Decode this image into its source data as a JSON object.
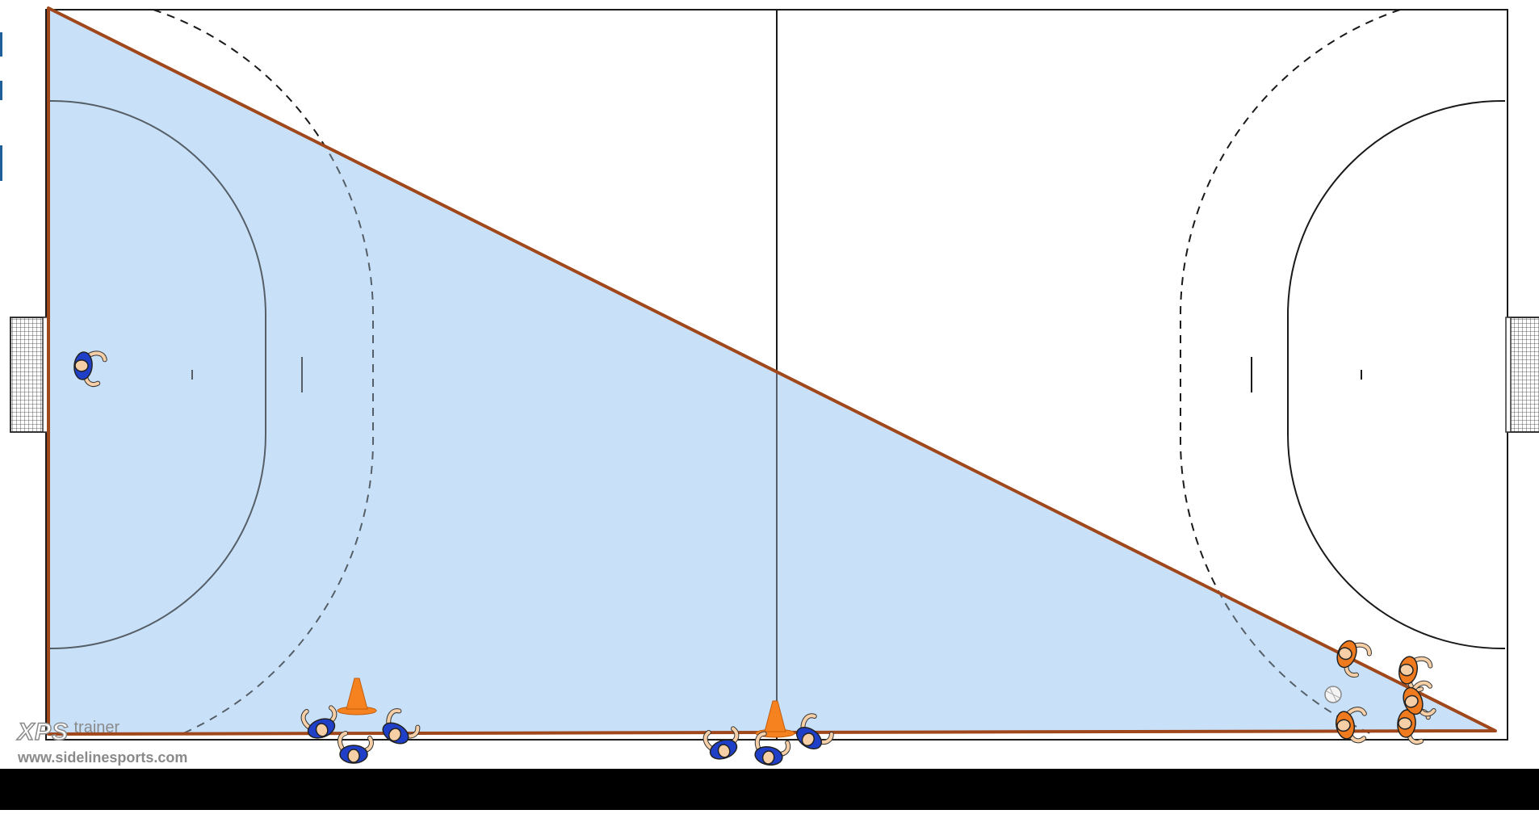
{
  "diagram": {
    "sport": "handball",
    "colors": {
      "court_line": "#1a1a1a",
      "zone_fill": "#c8e1f9",
      "zone_border": "#a0471b",
      "team_blue": "#1f3fc8",
      "team_orange": "#f07a1e",
      "cone": "#f5821f",
      "skin": "#f6cfa6",
      "background": "#ffffff",
      "bottom_bar": "#000000",
      "edge_accent": "#1f5f9a"
    },
    "players": {
      "blue_count": 7,
      "orange_count": 5,
      "cone_count": 2,
      "ball_count": 1
    }
  },
  "watermark": {
    "logo": "XPS",
    "sub": "trainer",
    "url": "www.sidelinesports.com"
  }
}
